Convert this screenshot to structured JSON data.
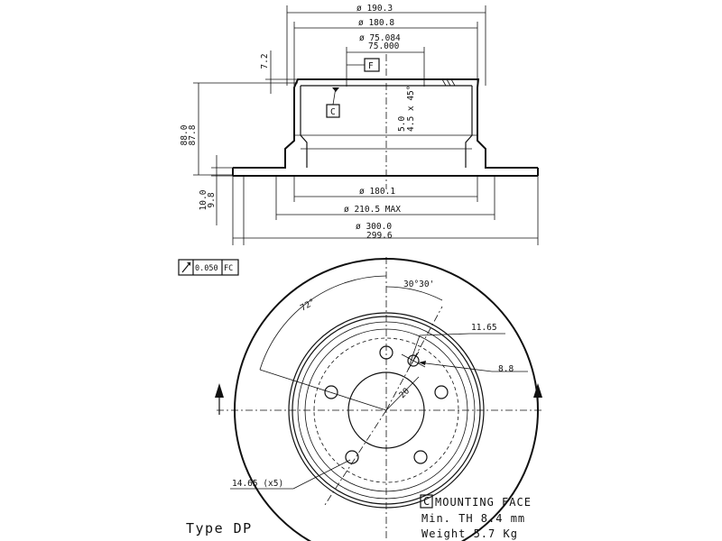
{
  "dims": {
    "d_190_3": "ø 190.3",
    "d_180_8": "ø 180.8",
    "d_75_084": "ø 75.084",
    "d_75_000": "75.000",
    "h_7_2": "7.2",
    "ref_f": "F",
    "ref_c": "C",
    "chamfer_a": "5.0",
    "chamfer_b": "4.5 x 45°",
    "h_88_0": "88.0",
    "h_87_8": "87.8",
    "t_10_0": "10.0",
    "t_9_8": "9.8",
    "d_180_1": "ø 180.1",
    "d_210_5": "ø 210.5 MAX",
    "d_300_0": "ø 300.0",
    "d_299_6": "299.6"
  },
  "runout": {
    "value": "0.050",
    "datum": "FC"
  },
  "plan": {
    "angle_72": "72°",
    "angle_30": "30°30'",
    "d_11_65": "11.65",
    "d_8_8": "8.8",
    "r_20": "20",
    "holes": "14.65 (x5)"
  },
  "notes": {
    "mount_ref": "C",
    "mount": "MOUNTING FACE",
    "min_th": "Min. TH 8.4 mm",
    "weight": "Weight 5.7 Kg"
  },
  "type_label": "Type DP"
}
